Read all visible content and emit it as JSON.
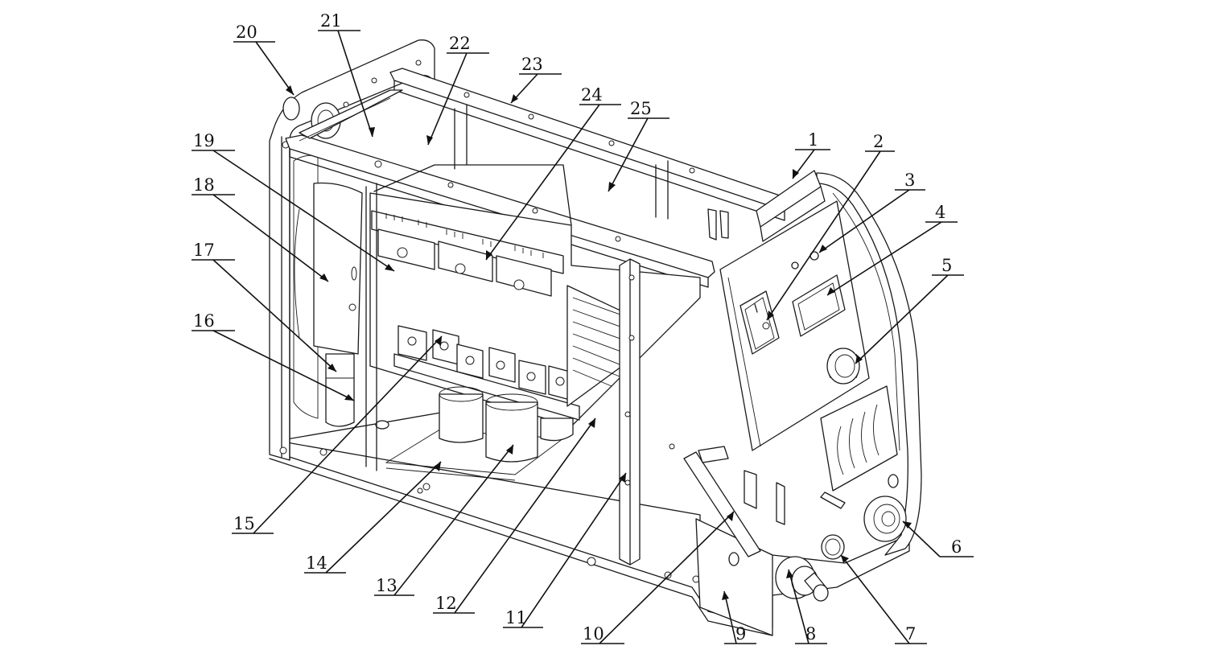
{
  "diagram": {
    "callouts": [
      {
        "id": "1",
        "label": "1"
      },
      {
        "id": "2",
        "label": "2"
      },
      {
        "id": "3",
        "label": "3"
      },
      {
        "id": "4",
        "label": "4"
      },
      {
        "id": "5",
        "label": "5"
      },
      {
        "id": "6",
        "label": "6"
      },
      {
        "id": "7",
        "label": "7"
      },
      {
        "id": "8",
        "label": "8"
      },
      {
        "id": "9",
        "label": "9"
      },
      {
        "id": "10",
        "label": "10"
      },
      {
        "id": "11",
        "label": "11"
      },
      {
        "id": "12",
        "label": "12"
      },
      {
        "id": "13",
        "label": "13"
      },
      {
        "id": "14",
        "label": "14"
      },
      {
        "id": "15",
        "label": "15"
      },
      {
        "id": "16",
        "label": "16"
      },
      {
        "id": "17",
        "label": "17"
      },
      {
        "id": "18",
        "label": "18"
      },
      {
        "id": "19",
        "label": "19"
      },
      {
        "id": "20",
        "label": "20"
      },
      {
        "id": "21",
        "label": "21"
      },
      {
        "id": "22",
        "label": "22"
      },
      {
        "id": "23",
        "label": "23"
      },
      {
        "id": "24",
        "label": "24"
      },
      {
        "id": "25",
        "label": "25"
      }
    ],
    "line_color": "#1a1a1a",
    "background": "#ffffff"
  }
}
